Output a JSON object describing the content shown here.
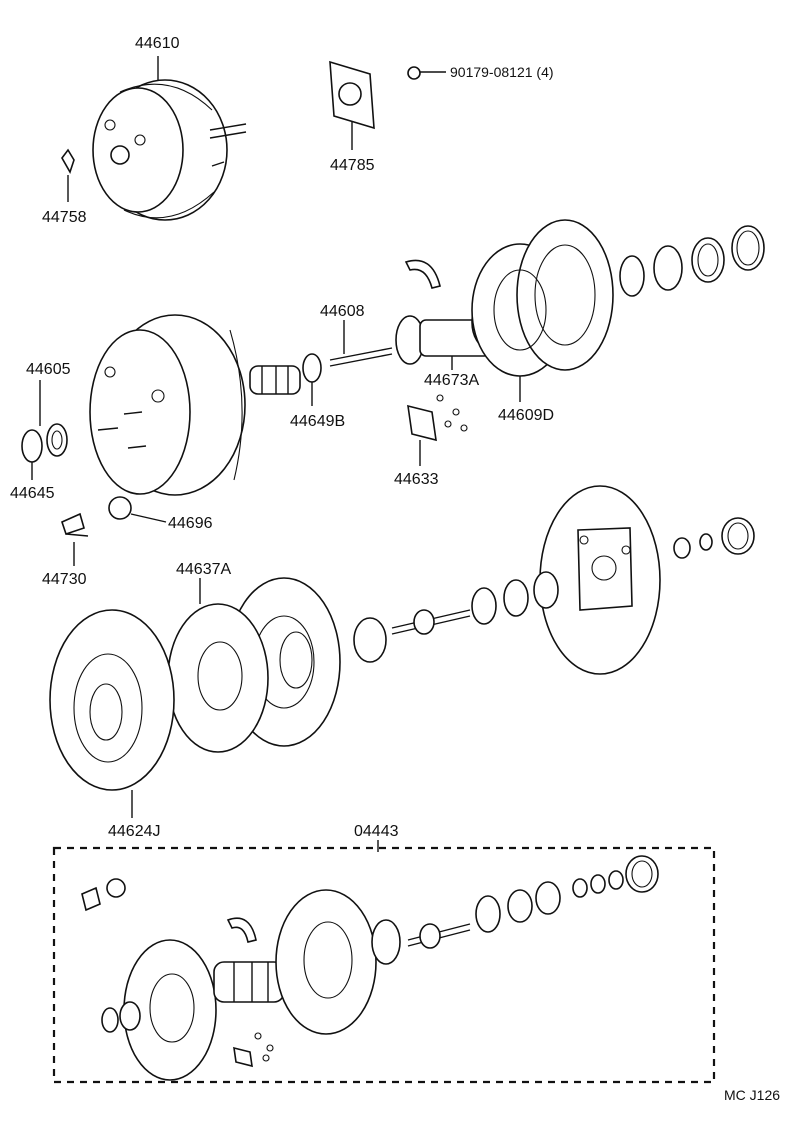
{
  "diagram": {
    "labels": {
      "p44610": "44610",
      "p44758": "44758",
      "p44785": "44785",
      "p90179": "90179-08121 (4)",
      "p44608": "44608",
      "p44605": "44605",
      "p44645": "44645",
      "p44649b": "44649B",
      "p44673a": "44673A",
      "p44609d": "44609D",
      "p44633": "44633",
      "p44696": "44696",
      "p44730": "44730",
      "p44637a": "44637A",
      "p44624j": "44624J",
      "p04443": "04443",
      "footer_code": "MC  J126"
    }
  }
}
